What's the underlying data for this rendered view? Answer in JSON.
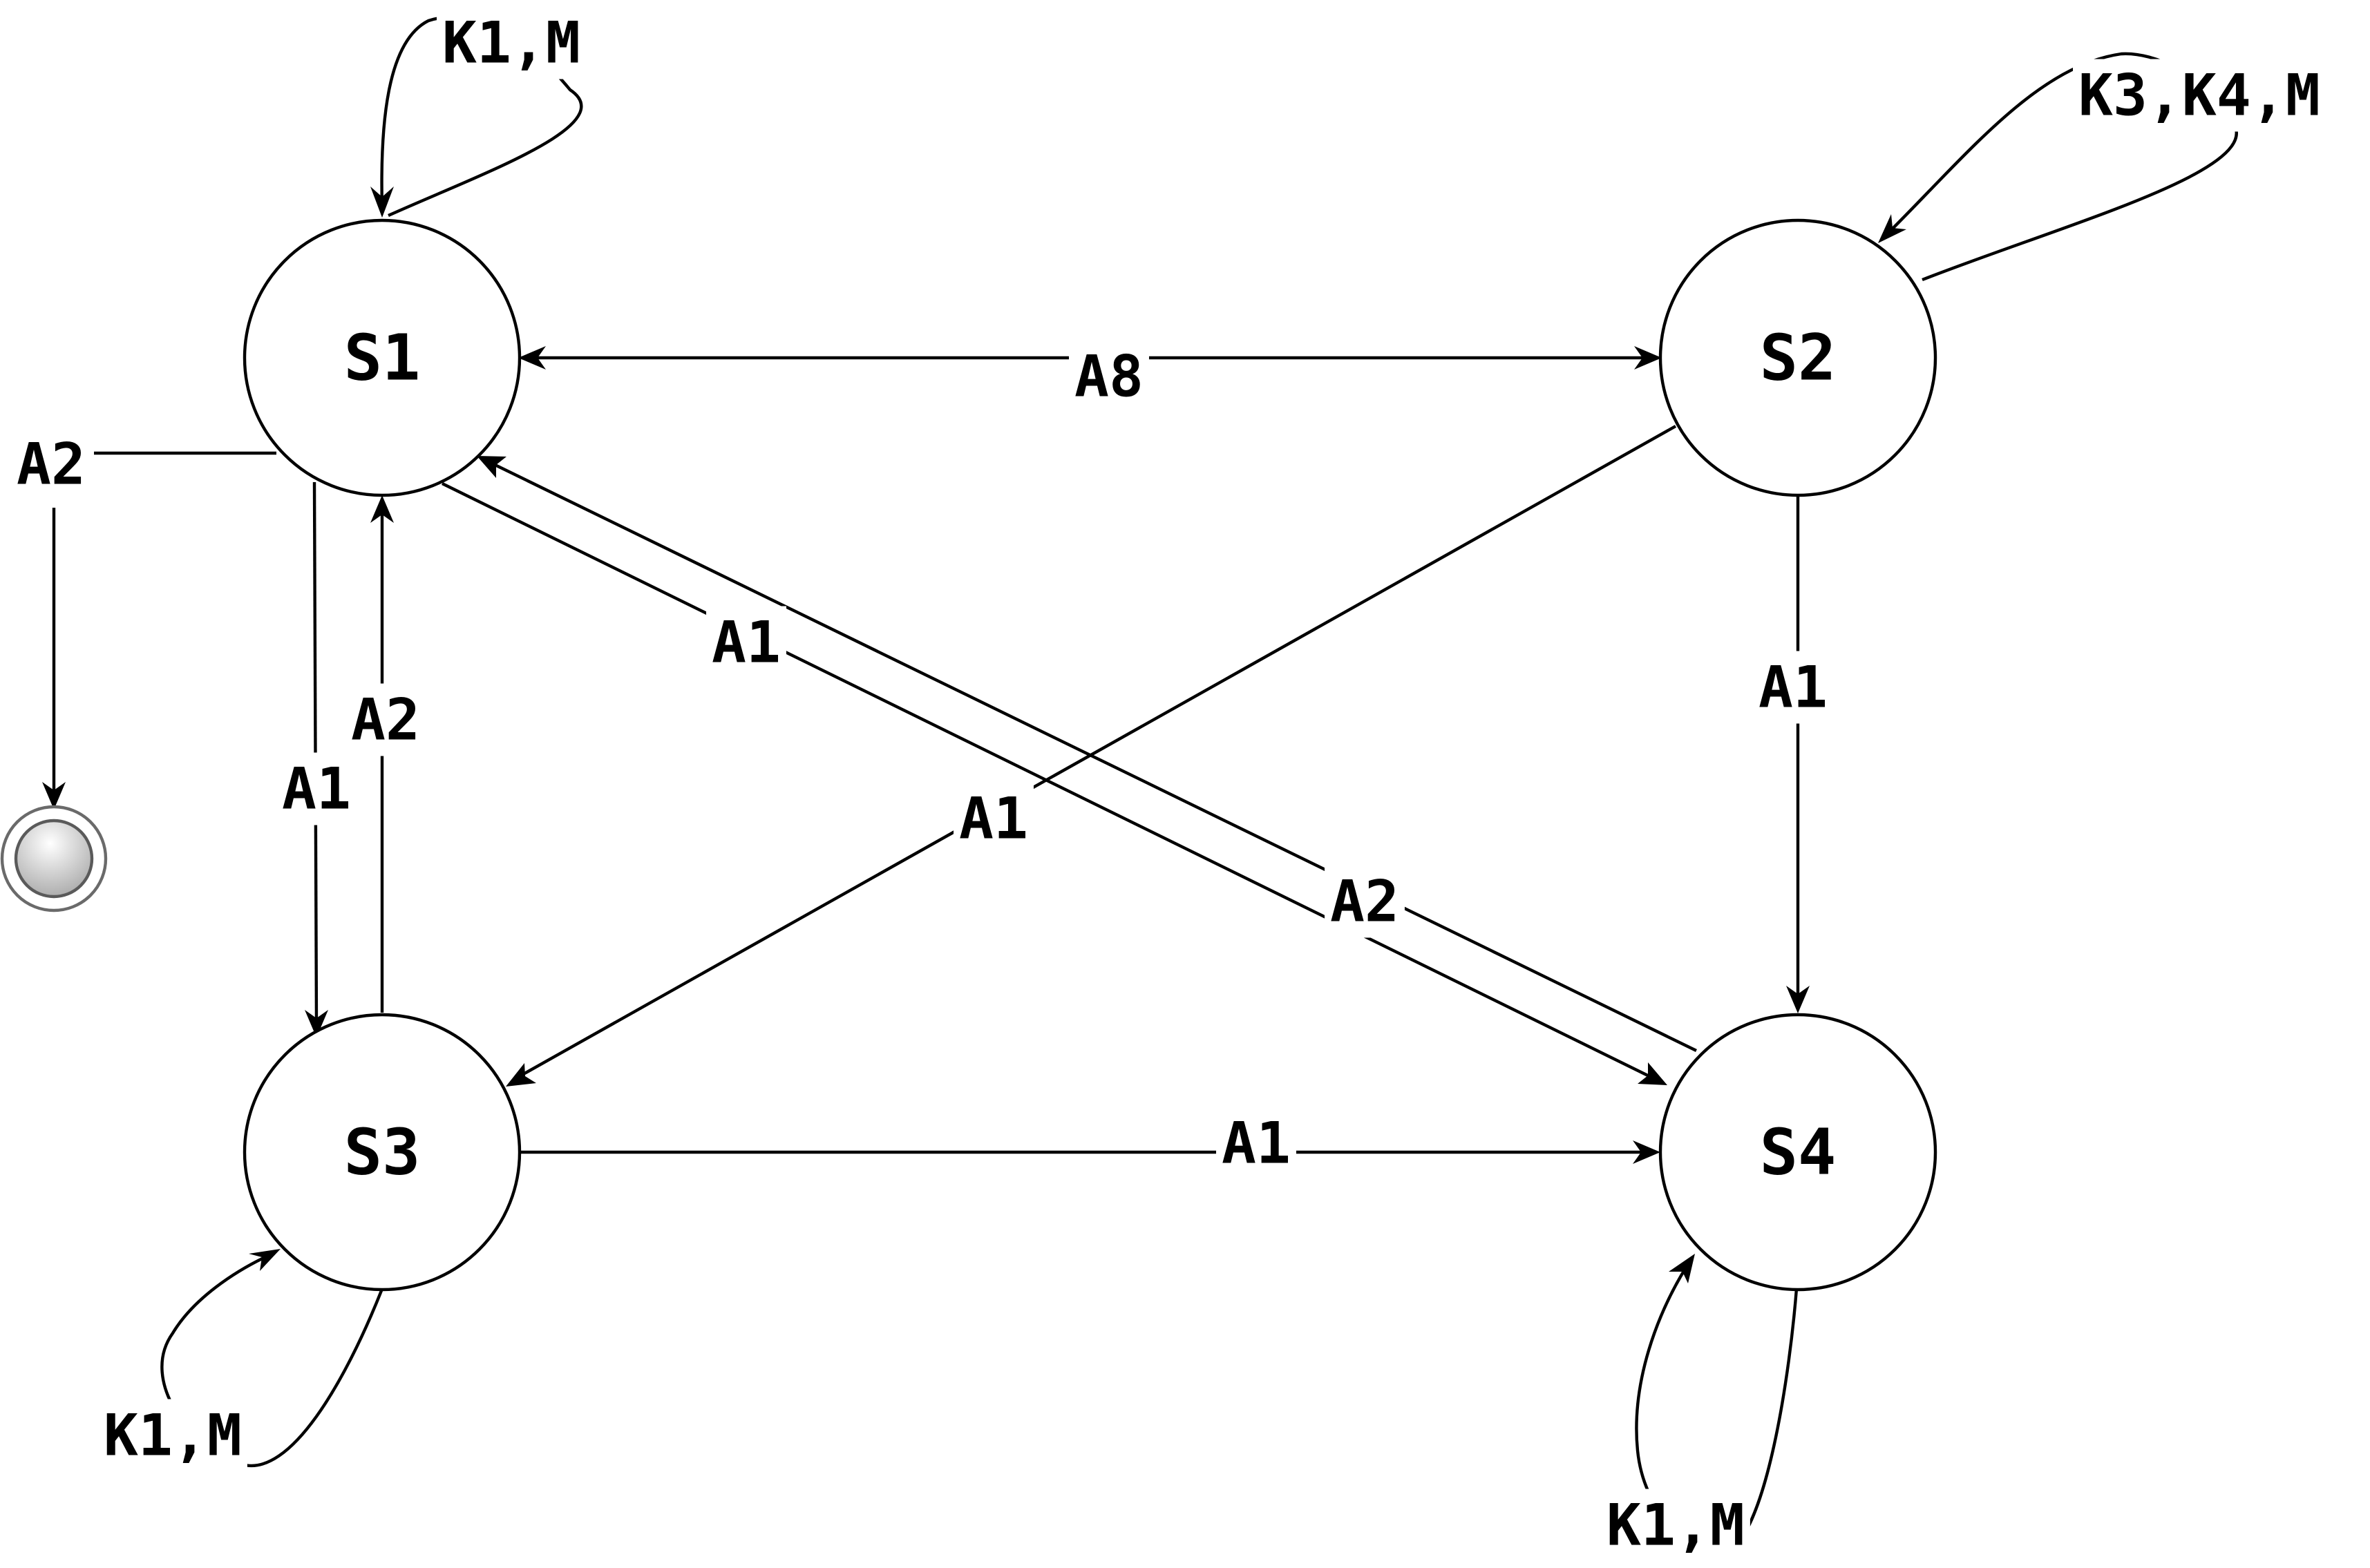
{
  "states": {
    "s1": "S1",
    "s2": "S2",
    "s3": "S3",
    "s4": "S4"
  },
  "transitions": {
    "s1_self": "K1,M",
    "s2_self": "K3,K4,M",
    "s3_self": "K1,M",
    "s4_self": "K1,M",
    "s1_s2": "A8",
    "s1_final": "A2",
    "s1_s3": "A1",
    "s3_s1": "A2",
    "s1_s4": "A1",
    "s4_s1": "A2",
    "s2_s3": "A1",
    "s2_s4": "A1",
    "s3_s4": "A1"
  },
  "colors": {
    "stroke": "#000000",
    "final_state_fill": "#c8c8c8"
  }
}
